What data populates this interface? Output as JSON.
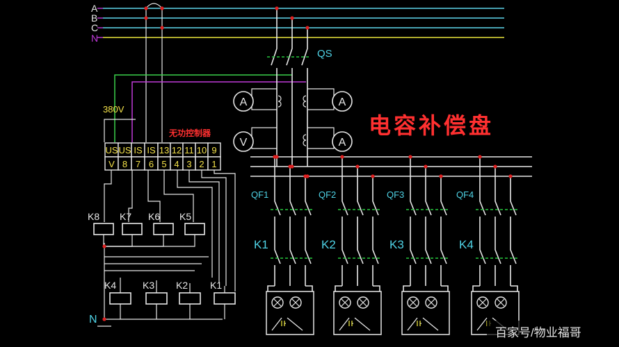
{
  "phases": [
    {
      "label": "A",
      "color": "#e8e8e8",
      "line": "#5fd7ee"
    },
    {
      "label": "B",
      "color": "#e8e8e8",
      "line": "#5fd7ee"
    },
    {
      "label": "C",
      "color": "#e8e8e8",
      "line": "#5fd7ee"
    },
    {
      "label": "N",
      "color": "#c03ad9",
      "line": "#e8e23a"
    }
  ],
  "labels": {
    "qs": "QS",
    "voltage": "380V",
    "controller": "无功控制器",
    "title": "电容补偿盘",
    "neutral": "N",
    "watermark": "百家号/物业福哥"
  },
  "meters": [
    "A",
    "A",
    "V",
    "A"
  ],
  "terminals_top": [
    "US",
    "US",
    "IS",
    "IS",
    "13",
    "12",
    "11",
    "10",
    "9"
  ],
  "terminals_bottom": [
    "V",
    "8",
    "7",
    "6",
    "5",
    "4",
    "3",
    "2",
    "1"
  ],
  "breakers": [
    "QF1",
    "QF2",
    "QF3",
    "QF4"
  ],
  "contactors": [
    "K1",
    "K2",
    "K3",
    "K4"
  ],
  "relay_coils_top": [
    "K8",
    "K7",
    "K6",
    "K5"
  ],
  "relay_coils_bottom": [
    "K4",
    "K3",
    "K2",
    "K1"
  ],
  "colors": {
    "wire": "#e8e8e8",
    "junction": "#e02020",
    "label_cyan": "#4fd3e6",
    "title_red": "#ff3030",
    "terminal_text": "#f5e34a",
    "green_line": "#3bd14a",
    "magenta_line": "#c03ad9"
  }
}
